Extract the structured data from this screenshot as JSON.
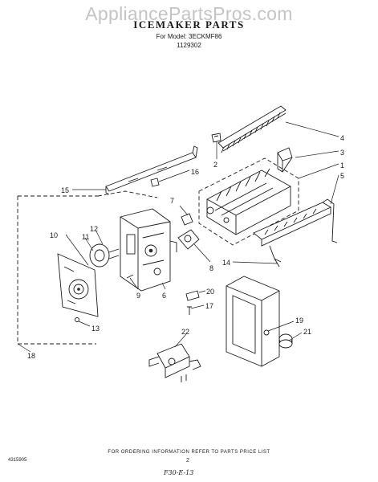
{
  "header": {
    "watermark": "AppliancePartsPros.com",
    "title": "ICEMAKER PARTS",
    "model_line": "For Model: 3ECKMF86",
    "part_number": "1129302"
  },
  "callouts": [
    "1",
    "2",
    "3",
    "4",
    "5",
    "6",
    "7",
    "8",
    "9",
    "10",
    "11",
    "12",
    "13",
    "14",
    "15",
    "16",
    "17",
    "18",
    "19",
    "20",
    "21",
    "22"
  ],
  "footer": {
    "ordering_note": "FOR ORDERING INFORMATION REFER TO PARTS PRICE LIST",
    "doc_number": "4315905",
    "page": "2",
    "handwritten": "F30-E-13"
  }
}
